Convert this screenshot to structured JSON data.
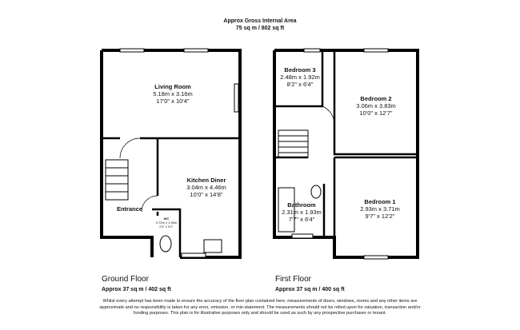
{
  "header": {
    "title": "Approx Gross Internal Area",
    "area": "75 sq m / 802 sq ft"
  },
  "ground_floor": {
    "name": "Ground Floor",
    "area": "Approx 37 sq m / 402 sq ft",
    "rooms": [
      {
        "name": "Living Room",
        "metric": "5.18m x 3.16m",
        "imperial": "17'0\" x 10'4\""
      },
      {
        "name": "Kitchen Diner",
        "metric": "3.04m x 4.46m",
        "imperial": "10'0\" x 14'8\""
      },
      {
        "name": "Entrance",
        "metric": "",
        "imperial": ""
      },
      {
        "name": "WC",
        "metric": "0.72m x 1.55m",
        "imperial": "2'4\" x 5'1\""
      }
    ]
  },
  "first_floor": {
    "name": "First Floor",
    "area": "Approx 37 sq m / 400 sq ft",
    "rooms": [
      {
        "name": "Bedroom 3",
        "metric": "2.48m x 1.92m",
        "imperial": "8'2\" x 6'4\""
      },
      {
        "name": "Bedroom 2",
        "metric": "3.06m x 3.83m",
        "imperial": "10'0\" x 12'7\""
      },
      {
        "name": "Bedroom 1",
        "metric": "2.93m x 3.71m",
        "imperial": "9'7\" x 12'2\""
      },
      {
        "name": "Bathroom",
        "metric": "2.31m x 1.93m",
        "imperial": "7'7\" x 6'4\""
      }
    ]
  },
  "disclaimer": "Whilst every attempt has been made to ensure the accuracy of the floor plan contained here, measurements of doors, windows, rooms and any other items are approximate and no responsibility is taken for any error, omission, or mis-statement. The measurements should not be relied upon for valuation, transaction and/or funding purposes. This plan is for illustrative purposes only and should be used as such by any prospective purchaser or tenant."
}
